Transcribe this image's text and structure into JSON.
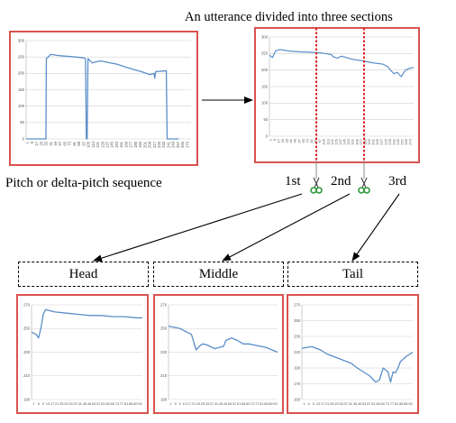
{
  "title": "An utterance divided into three sections",
  "source_caption": "Pitch or delta-pitch sequence",
  "section_labels": [
    "1st",
    "2nd",
    "3rd"
  ],
  "boxes": {
    "head": "Head",
    "middle": "Middle",
    "tail": "Tail"
  },
  "colors": {
    "panel_border": "#d9534f",
    "line": "#5b8ec9",
    "divider": "#e02020",
    "grid": "#d0d0d0"
  },
  "icons": [
    "scissors-icon"
  ],
  "chart_data": [
    {
      "id": "source",
      "type": "line",
      "yticks": [
        "0",
        "50",
        "100",
        "150",
        "200",
        "250",
        "300"
      ],
      "xticks": [
        "1",
        "9",
        "17",
        "25",
        "33",
        "41",
        "49",
        "57",
        "65",
        "73",
        "81",
        "89",
        "97",
        "105",
        "113",
        "121",
        "129",
        "137",
        "145",
        "153",
        "161",
        "169",
        "177",
        "185",
        "193",
        "201",
        "209",
        "217",
        "225",
        "233",
        "241",
        "249",
        "257",
        "265",
        "273"
      ],
      "ylim": [
        0,
        300
      ],
      "x": [
        0,
        24,
        24.5,
        30,
        40,
        50,
        60,
        70,
        72,
        73,
        74,
        75,
        80,
        90,
        100,
        110,
        120,
        130,
        140,
        150,
        155,
        156,
        157,
        170,
        171,
        185
      ],
      "values": [
        0,
        0,
        245,
        258,
        254,
        252,
        250,
        247,
        245,
        0,
        0,
        245,
        232,
        238,
        233,
        228,
        220,
        212,
        205,
        196,
        200,
        185,
        205,
        208,
        0,
        0
      ]
    },
    {
      "id": "utterance",
      "type": "line",
      "yticks": [
        "0",
        "50",
        "100",
        "150",
        "200",
        "250",
        "300"
      ],
      "xticks": [
        "1",
        "9",
        "17",
        "25",
        "33",
        "41",
        "49",
        "57",
        "65",
        "73",
        "81",
        "89",
        "97",
        "105",
        "113",
        "121",
        "129",
        "137",
        "145",
        "153",
        "161",
        "169",
        "177",
        "185",
        "193",
        "201",
        "209",
        "217",
        "225",
        "233",
        "241",
        "249",
        "257",
        "265",
        "273"
      ],
      "ylim": [
        0,
        300
      ],
      "x": [
        0,
        3,
        6,
        10,
        20,
        30,
        40,
        50,
        60,
        62,
        66,
        70,
        80,
        90,
        100,
        110,
        115,
        118,
        121,
        124,
        128,
        132,
        136,
        140
      ],
      "values": [
        245,
        238,
        258,
        262,
        257,
        255,
        254,
        252,
        247,
        240,
        236,
        242,
        233,
        228,
        222,
        218,
        210,
        198,
        189,
        193,
        180,
        200,
        205,
        208
      ]
    },
    {
      "id": "head",
      "type": "line",
      "yticks": [
        "190",
        "210",
        "230",
        "250",
        "270"
      ],
      "xticks": [
        "1",
        "5",
        "9",
        "13",
        "17",
        "21",
        "25",
        "29",
        "33",
        "37",
        "41",
        "45",
        "49",
        "53",
        "57",
        "61",
        "65",
        "69",
        "73",
        "77",
        "81",
        "85",
        "89",
        "93"
      ],
      "ylim": [
        190,
        270
      ],
      "x": [
        0,
        4,
        6,
        8,
        10,
        12,
        16,
        20,
        30,
        40,
        50,
        60,
        70,
        80,
        90,
        95
      ],
      "values": [
        247,
        245,
        242,
        250,
        262,
        266,
        265,
        264,
        263,
        262,
        261,
        261,
        260,
        260,
        259,
        259
      ]
    },
    {
      "id": "middle",
      "type": "line",
      "yticks": [
        "190",
        "210",
        "230",
        "250",
        "270"
      ],
      "xticks": [
        "1",
        "5",
        "9",
        "13",
        "17",
        "21",
        "25",
        "29",
        "33",
        "37",
        "41",
        "45",
        "49",
        "53",
        "57",
        "61",
        "65",
        "69",
        "73",
        "77",
        "81",
        "85",
        "89",
        "93"
      ],
      "ylim": [
        190,
        270
      ],
      "x": [
        0,
        10,
        20,
        24,
        28,
        30,
        34,
        40,
        44,
        48,
        50,
        55,
        60,
        65,
        70,
        75,
        80,
        85,
        90,
        95
      ],
      "values": [
        252,
        250,
        245,
        232,
        236,
        237,
        236,
        233,
        234,
        235,
        240,
        242,
        240,
        237,
        237,
        236,
        235,
        234,
        232,
        230
      ]
    },
    {
      "id": "tail",
      "type": "line",
      "yticks": [
        "150",
        "170",
        "190",
        "210",
        "230",
        "250",
        "270"
      ],
      "xticks": [
        "1",
        "5",
        "9",
        "13",
        "17",
        "21",
        "25",
        "29",
        "33",
        "37",
        "41",
        "45",
        "49",
        "53",
        "57",
        "61",
        "65",
        "69",
        "73",
        "77",
        "81",
        "85",
        "89",
        "93"
      ],
      "ylim": [
        150,
        270
      ],
      "x": [
        0,
        8,
        15,
        20,
        30,
        40,
        45,
        50,
        55,
        60,
        63,
        66,
        70,
        72,
        74,
        76,
        78,
        80,
        85,
        90
      ],
      "values": [
        215,
        217,
        213,
        208,
        202,
        196,
        190,
        185,
        180,
        172,
        175,
        190,
        185,
        172,
        185,
        184,
        190,
        198,
        205,
        210
      ]
    }
  ]
}
